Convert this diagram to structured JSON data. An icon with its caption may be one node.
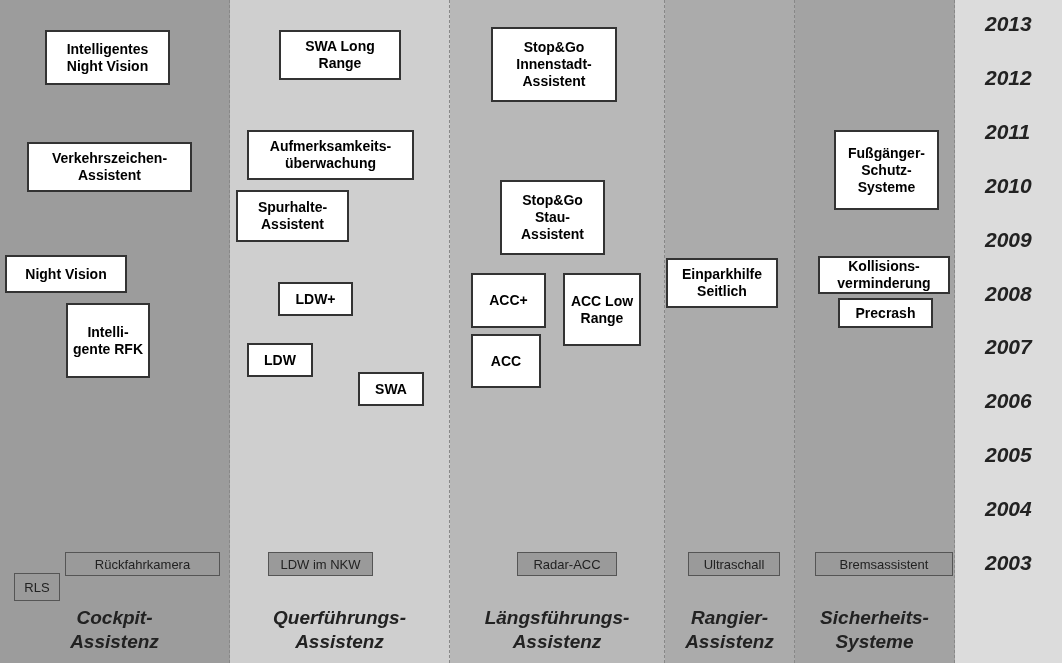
{
  "diagram": {
    "nodes": [
      {
        "text": [
          "Cockpit- Assistenz"
        ]
      },
      {
        "text": [
          "Intelligentes Night Vision"
        ],
        "in": 0
      },
      {
        "text": [
          "Verkehrszeichen- Assistent"
        ],
        "in": 0
      },
      {
        "text": [
          "Night Vision"
        ],
        "in": 0
      },
      {
        "text": [
          "Intelli- gente RFK"
        ],
        "in": 0
      },
      {
        "text": [
          "Rückfahrkamera"
        ],
        "in": 0
      },
      {
        "text": [
          "RLS"
        ],
        "in": 0
      },
      {
        "text": [
          "Querführungs- Assistenz"
        ]
      },
      {
        "text": [
          "SWA Long Range"
        ],
        "in": 7
      },
      {
        "text": [
          "Aufmerksamkeits- überwachung"
        ],
        "in": 7
      },
      {
        "text": [
          "Spurhalte- Assistent"
        ],
        "in": 7
      },
      {
        "text": [
          "LDW+"
        ],
        "in": 7
      },
      {
        "text": [
          "LDW"
        ],
        "in": 7
      },
      {
        "text": [
          "SWA"
        ],
        "in": 7
      },
      {
        "text": [
          "LDW im NKW"
        ],
        "in": 7
      },
      {
        "text": [
          "Längsführungs- Assistenz"
        ]
      },
      {
        "text": [
          "Stop&Go Innenstadt- Assistent"
        ],
        "in": 15
      },
      {
        "text": [
          "Stop&Go Stau- Assistent"
        ],
        "in": 15
      },
      {
        "text": [
          "ACC+"
        ],
        "in": 15
      },
      {
        "text": [
          "ACC Low Range"
        ],
        "in": 15
      },
      {
        "text": [
          "ACC"
        ],
        "in": 15
      },
      {
        "text": [
          "Radar-ACC"
        ],
        "in": 15
      },
      {
        "text": [
          "Rangier- Assistenz"
        ]
      },
      {
        "text": [
          "Einparkhilfe Seitlich"
        ],
        "in": 22
      },
      {
        "text": [
          "Ultraschall"
        ],
        "in": 22
      },
      {
        "text": [
          "Sicherheits- Systeme"
        ]
      },
      {
        "text": [
          "Fußgänger- Schutz- Systeme"
        ],
        "in": 25
      },
      {
        "text": [
          "Kollisions- verminderung"
        ],
        "in": 25
      },
      {
        "text": [
          "Precrash"
        ],
        "in": 25
      },
      {
        "text": [
          "Bremsassistent"
        ],
        "in": 25
      }
    ],
    "edges": [],
    "labels": [
      "2013",
      "2012",
      "2011",
      "2010",
      "2009",
      "2008",
      "2007",
      "2006",
      "2005",
      "2004",
      "2003"
    ]
  }
}
